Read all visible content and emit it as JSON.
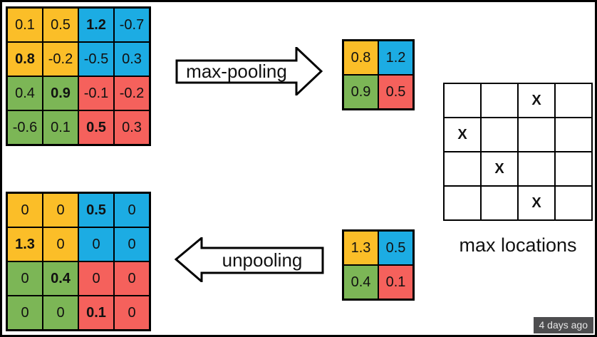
{
  "colors": {
    "orange": "#FBBE28",
    "blue": "#1CACE3",
    "green": "#7CB656",
    "red": "#F5615C",
    "white": "#FFFFFF",
    "line": "#000000",
    "badge_bg": "#4D4D4F",
    "badge_text": "#E8E8E8"
  },
  "labels": {
    "max_pooling": "max-pooling",
    "unpooling": "unpooling",
    "max_locations": "max locations",
    "timestamp": "4 days ago"
  },
  "grids": {
    "input": {
      "rows": [
        [
          {
            "value": "0.1",
            "color": "orange"
          },
          {
            "value": "0.5",
            "color": "orange"
          },
          {
            "value": "1.2",
            "color": "blue",
            "bold": true
          },
          {
            "value": "-0.7",
            "color": "blue"
          }
        ],
        [
          {
            "value": "0.8",
            "color": "orange",
            "bold": true
          },
          {
            "value": "-0.2",
            "color": "orange"
          },
          {
            "value": "-0.5",
            "color": "blue"
          },
          {
            "value": "0.3",
            "color": "blue"
          }
        ],
        [
          {
            "value": "0.4",
            "color": "green"
          },
          {
            "value": "0.9",
            "color": "green",
            "bold": true
          },
          {
            "value": "-0.1",
            "color": "red"
          },
          {
            "value": "-0.2",
            "color": "red"
          }
        ],
        [
          {
            "value": "-0.6",
            "color": "green"
          },
          {
            "value": "0.1",
            "color": "green"
          },
          {
            "value": "0.5",
            "color": "red",
            "bold": true
          },
          {
            "value": "0.3",
            "color": "red"
          }
        ]
      ]
    },
    "pooled": {
      "rows": [
        [
          {
            "value": "0.8",
            "color": "orange"
          },
          {
            "value": "1.2",
            "color": "blue"
          }
        ],
        [
          {
            "value": "0.9",
            "color": "green"
          },
          {
            "value": "0.5",
            "color": "red"
          }
        ]
      ]
    },
    "max_locations": {
      "rows": [
        [
          {
            "value": "",
            "color": "white"
          },
          {
            "value": "",
            "color": "white"
          },
          {
            "value": "X",
            "color": "white",
            "bold": true
          },
          {
            "value": "",
            "color": "white"
          }
        ],
        [
          {
            "value": "X",
            "color": "white",
            "bold": true
          },
          {
            "value": "",
            "color": "white"
          },
          {
            "value": "",
            "color": "white"
          },
          {
            "value": "",
            "color": "white"
          }
        ],
        [
          {
            "value": "",
            "color": "white"
          },
          {
            "value": "X",
            "color": "white",
            "bold": true
          },
          {
            "value": "",
            "color": "white"
          },
          {
            "value": "",
            "color": "white"
          }
        ],
        [
          {
            "value": "",
            "color": "white"
          },
          {
            "value": "",
            "color": "white"
          },
          {
            "value": "X",
            "color": "white",
            "bold": true
          },
          {
            "value": "",
            "color": "white"
          }
        ]
      ]
    },
    "unpool_input": {
      "rows": [
        [
          {
            "value": "1.3",
            "color": "orange"
          },
          {
            "value": "0.5",
            "color": "blue"
          }
        ],
        [
          {
            "value": "0.4",
            "color": "green"
          },
          {
            "value": "0.1",
            "color": "red"
          }
        ]
      ]
    },
    "output": {
      "rows": [
        [
          {
            "value": "0",
            "color": "orange"
          },
          {
            "value": "0",
            "color": "orange"
          },
          {
            "value": "0.5",
            "color": "blue",
            "bold": true
          },
          {
            "value": "0",
            "color": "blue"
          }
        ],
        [
          {
            "value": "1.3",
            "color": "orange",
            "bold": true
          },
          {
            "value": "0",
            "color": "orange"
          },
          {
            "value": "0",
            "color": "blue"
          },
          {
            "value": "0",
            "color": "blue"
          }
        ],
        [
          {
            "value": "0",
            "color": "green"
          },
          {
            "value": "0.4",
            "color": "green",
            "bold": true
          },
          {
            "value": "0",
            "color": "red"
          },
          {
            "value": "0",
            "color": "red"
          }
        ],
        [
          {
            "value": "0",
            "color": "green"
          },
          {
            "value": "0",
            "color": "green"
          },
          {
            "value": "0.1",
            "color": "red",
            "bold": true
          },
          {
            "value": "0",
            "color": "red"
          }
        ]
      ]
    }
  }
}
